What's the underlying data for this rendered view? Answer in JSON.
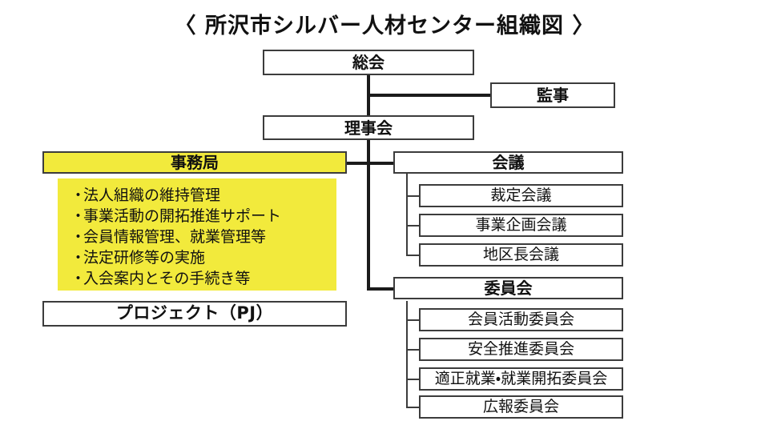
{
  "title": "〈 所沢市シルバー人材センター組織図 〉",
  "colors": {
    "highlight": "#f2ea3c",
    "box_border": "#3c3c3c",
    "connector": "#1b1b1b",
    "background": "#ffffff",
    "text": "#111111"
  },
  "nodes": {
    "general_assembly": "総会",
    "auditor": "監事",
    "board_of_directors": "理事会",
    "secretariat": "事務局",
    "project": "プロジェクト（PJ）",
    "meetings": "会議",
    "committees": "委員会"
  },
  "secretariat_duties": [
    "法人組織の維持管理",
    "事業活動の開拓推進サポート",
    "会員情報管理、就業管理等",
    "法定研修等の実施",
    "入会案内とその手続き等"
  ],
  "bullet_char": "・",
  "meetings_children": [
    "裁定会議",
    "事業企画会議",
    "地区長会議"
  ],
  "committees_children": [
    "会員活動委員会",
    "安全推進委員会",
    "適正就業・就業開拓委員会",
    "広報委員会"
  ]
}
